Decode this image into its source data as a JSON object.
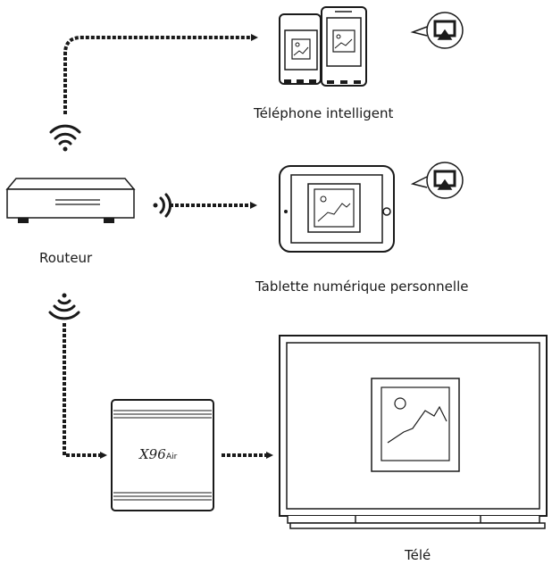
{
  "labels": {
    "smartphone": "Téléphone intelligent",
    "tablet": "Tablette numérique personnelle",
    "router": "Routeur",
    "tv": "Télé"
  },
  "tv_box": {
    "brand": "X96",
    "model": "Air"
  },
  "colors": {
    "stroke": "#1a1a1a",
    "background": "#ffffff"
  },
  "icons": [
    "wifi-icon",
    "airplay-icon",
    "image-placeholder-icon",
    "dotted-arrow"
  ]
}
